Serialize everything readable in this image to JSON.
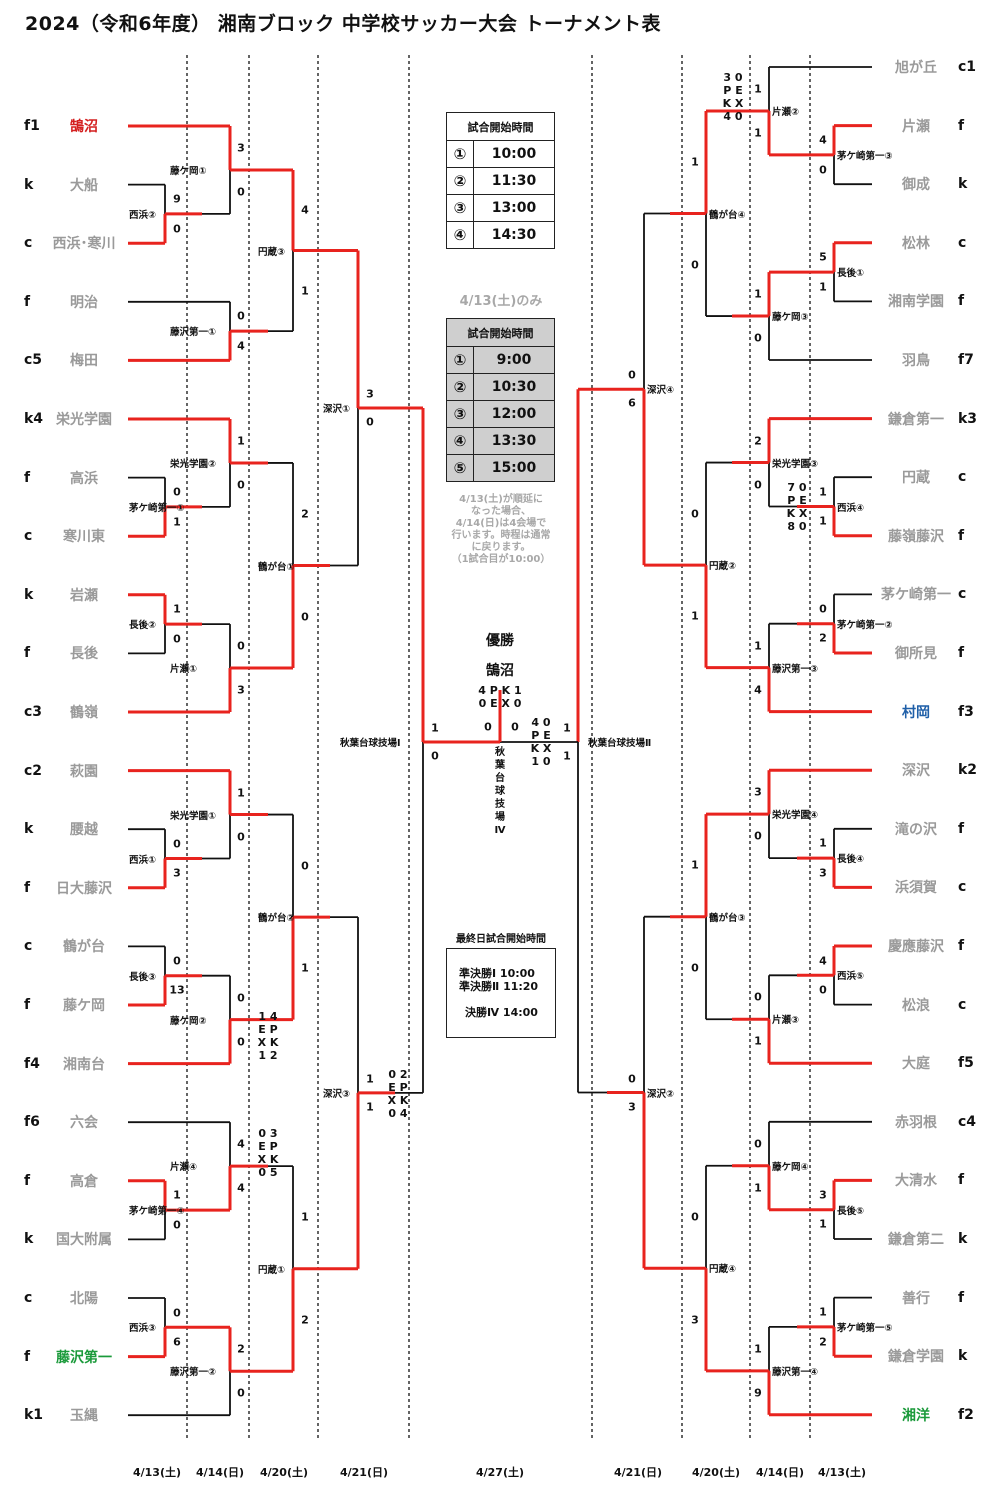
{
  "title": "2024（令和6年度） 湘南ブロック 中学校サッカー大会 トーナメント表",
  "colors": {
    "winner_path": "#e8231e",
    "normal_path": "#111111",
    "team_grey": "#9a9a9a",
    "team_red": "#d42020",
    "team_green": "#1a9a3a",
    "team_blue": "#1f5fa8"
  },
  "left_teams": [
    {
      "seed": "f1",
      "name": "鵠沼",
      "color": "red"
    },
    {
      "seed": "k",
      "name": "大船",
      "color": "grey"
    },
    {
      "seed": "c",
      "name": "西浜･寒川",
      "color": "grey"
    },
    {
      "seed": "f",
      "name": "明治",
      "color": "grey"
    },
    {
      "seed": "c5",
      "name": "梅田",
      "color": "grey"
    },
    {
      "seed": "k4",
      "name": "栄光学園",
      "color": "grey"
    },
    {
      "seed": "f",
      "name": "高浜",
      "color": "grey"
    },
    {
      "seed": "c",
      "name": "寒川東",
      "color": "grey"
    },
    {
      "seed": "k",
      "name": "岩瀬",
      "color": "grey"
    },
    {
      "seed": "f",
      "name": "長後",
      "color": "grey"
    },
    {
      "seed": "c3",
      "name": "鶴嶺",
      "color": "grey"
    },
    {
      "seed": "c2",
      "name": "萩園",
      "color": "grey"
    },
    {
      "seed": "k",
      "name": "腰越",
      "color": "grey"
    },
    {
      "seed": "f",
      "name": "日大藤沢",
      "color": "grey"
    },
    {
      "seed": "c",
      "name": "鶴が台",
      "color": "grey"
    },
    {
      "seed": "f",
      "name": "藤ケ岡",
      "color": "grey"
    },
    {
      "seed": "f4",
      "name": "湘南台",
      "color": "grey"
    },
    {
      "seed": "f6",
      "name": "六会",
      "color": "grey"
    },
    {
      "seed": "f",
      "name": "高倉",
      "color": "grey"
    },
    {
      "seed": "k",
      "name": "国大附属",
      "color": "grey"
    },
    {
      "seed": "c",
      "name": "北陽",
      "color": "grey"
    },
    {
      "seed": "f",
      "name": "藤沢第一",
      "color": "green"
    },
    {
      "seed": "k1",
      "name": "玉縄",
      "color": "grey"
    }
  ],
  "right_teams": [
    {
      "seed": "c1",
      "name": "旭が丘",
      "color": "grey"
    },
    {
      "seed": "f",
      "name": "片瀬",
      "color": "grey"
    },
    {
      "seed": "k",
      "name": "御成",
      "color": "grey"
    },
    {
      "seed": "c",
      "name": "松林",
      "color": "grey"
    },
    {
      "seed": "f",
      "name": "湘南学園",
      "color": "grey"
    },
    {
      "seed": "f7",
      "name": "羽鳥",
      "color": "grey"
    },
    {
      "seed": "k3",
      "name": "鎌倉第一",
      "color": "grey"
    },
    {
      "seed": "c",
      "name": "円蔵",
      "color": "grey"
    },
    {
      "seed": "f",
      "name": "藤嶺藤沢",
      "color": "grey"
    },
    {
      "seed": "c",
      "name": "茅ケ崎第一",
      "color": "grey"
    },
    {
      "seed": "f",
      "name": "御所見",
      "color": "grey"
    },
    {
      "seed": "f3",
      "name": "村岡",
      "color": "blue"
    },
    {
      "seed": "k2",
      "name": "深沢",
      "color": "grey"
    },
    {
      "seed": "f",
      "name": "滝の沢",
      "color": "grey"
    },
    {
      "seed": "c",
      "name": "浜須賀",
      "color": "grey"
    },
    {
      "seed": "f",
      "name": "慶應藤沢",
      "color": "grey"
    },
    {
      "seed": "c",
      "name": "松浪",
      "color": "grey"
    },
    {
      "seed": "f5",
      "name": "大庭",
      "color": "grey"
    },
    {
      "seed": "c4",
      "name": "赤羽根",
      "color": "grey"
    },
    {
      "seed": "f",
      "name": "大清水",
      "color": "grey"
    },
    {
      "seed": "k",
      "name": "鎌倉第二",
      "color": "grey"
    },
    {
      "seed": "f",
      "name": "善行",
      "color": "grey"
    },
    {
      "seed": "k",
      "name": "鎌倉学園",
      "color": "grey"
    },
    {
      "seed": "f2",
      "name": "湘洋",
      "color": "green"
    }
  ],
  "left_r1": [
    {
      "venue": "西浜②",
      "top": "9",
      "bottom": "0"
    },
    {
      "venue": "茅ケ崎第一①",
      "top": "0",
      "bottom": "1"
    },
    {
      "venue": "長後②",
      "top": "1",
      "bottom": "0"
    },
    {
      "venue": "西浜①",
      "top": "0",
      "bottom": "3"
    },
    {
      "venue": "長後③",
      "top": "0",
      "bottom": "13"
    },
    {
      "venue": "茅ケ崎第一④",
      "top": "1",
      "bottom": "0"
    },
    {
      "venue": "西浜③",
      "top": "0",
      "bottom": "6"
    }
  ],
  "left_r2": [
    {
      "venue": "藤ケ岡①",
      "top": "3",
      "bottom": "0"
    },
    {
      "venue": "藤沢第一①",
      "top": "0",
      "bottom": "4"
    },
    {
      "venue": "栄光学園②",
      "top": "1",
      "bottom": "0"
    },
    {
      "venue": "片瀬①",
      "top": "0",
      "bottom": "3"
    },
    {
      "venue": "栄光学園①",
      "top": "1",
      "bottom": "0"
    },
    {
      "venue": "藤ケ岡②",
      "top": "0",
      "bottom": "0"
    },
    {
      "venue": "片瀬④",
      "top": "4",
      "bottom": "4"
    },
    {
      "venue": "藤沢第一②",
      "top": "2",
      "bottom": "0"
    }
  ],
  "left_r3": [
    {
      "venue": "円蔵③",
      "top": "4",
      "bottom": "1"
    },
    {
      "venue": "鶴が台①",
      "top": "2",
      "bottom": "0"
    },
    {
      "venue": "鶴が台②",
      "top": "0",
      "bottom": "1"
    },
    {
      "venue": "円蔵①",
      "top": "1",
      "bottom": "2"
    }
  ],
  "left_r4": [
    {
      "venue": "深沢①",
      "top": "3",
      "bottom": "0"
    },
    {
      "venue": "深沢③",
      "top": "1",
      "bottom": "1"
    }
  ],
  "left_sf": {
    "venue": "秋葉台球技場Ⅰ",
    "top": "1",
    "bottom": "0"
  },
  "right_r1": [
    {
      "venue": "茅ケ崎第一③",
      "top": "4",
      "bottom": "0"
    },
    {
      "venue": "長後①",
      "top": "5",
      "bottom": "1"
    },
    {
      "venue": "西浜④",
      "top": "1",
      "bottom": "1"
    },
    {
      "venue": "茅ケ崎第一②",
      "top": "0",
      "bottom": "2"
    },
    {
      "venue": "長後④",
      "top": "1",
      "bottom": "3"
    },
    {
      "venue": "西浜⑤",
      "top": "4",
      "bottom": "0"
    },
    {
      "venue": "長後⑤",
      "top": "3",
      "bottom": "1"
    },
    {
      "venue": "茅ケ崎第一⑤",
      "top": "1",
      "bottom": "2"
    }
  ],
  "right_r2": [
    {
      "venue": "片瀬②",
      "top": "1",
      "bottom": "1"
    },
    {
      "venue": "藤ケ岡③",
      "top": "1",
      "bottom": "0"
    },
    {
      "venue": "栄光学園③",
      "top": "2",
      "bottom": "0"
    },
    {
      "venue": "藤沢第一③",
      "top": "1",
      "bottom": "4"
    },
    {
      "venue": "栄光学園④",
      "top": "3",
      "bottom": "0"
    },
    {
      "venue": "片瀬③",
      "top": "0",
      "bottom": "1"
    },
    {
      "venue": "藤ケ岡④",
      "top": "0",
      "bottom": "1"
    },
    {
      "venue": "藤沢第一④",
      "top": "1",
      "bottom": "9"
    }
  ],
  "right_r3": [
    {
      "venue": "鶴が台④",
      "top": "1",
      "bottom": "0"
    },
    {
      "venue": "円蔵②",
      "top": "0",
      "bottom": "1"
    },
    {
      "venue": "鶴が台③",
      "top": "1",
      "bottom": "0"
    },
    {
      "venue": "円蔵④",
      "top": "0",
      "bottom": "3"
    }
  ],
  "right_r4": [
    {
      "venue": "深沢④",
      "top": "0",
      "bottom": "6"
    },
    {
      "venue": "深沢②",
      "top": "0",
      "bottom": "3"
    }
  ],
  "right_sf": {
    "venue": "秋葉台球技場Ⅱ",
    "top": "1",
    "bottom": "1"
  },
  "final": {
    "left": "0",
    "right": "0",
    "champion_label": "優勝",
    "champion": "鵠沼",
    "venue": "秋葉台球技場Ⅳ"
  },
  "pk_notes": {
    "left_r2_6": {
      "rows": [
        "1 4",
        "E P",
        "X K",
        "1 2"
      ]
    },
    "left_r2_7": {
      "rows": [
        "0 3",
        "E P",
        "X K",
        "0 5"
      ]
    },
    "left_r4_2": {
      "rows": [
        "0 2",
        "E P",
        "X K",
        "0 4"
      ]
    },
    "final_left": {
      "rows": [
        "4 P K 1",
        "0 E X 0"
      ]
    },
    "final_right": {
      "rows": [
        "4 0",
        "P E",
        "K X",
        "1 0"
      ]
    },
    "right_r2_1": {
      "rows": [
        "3 0",
        "P E",
        "K X",
        "4 0"
      ]
    },
    "right_r1_3": {
      "rows": [
        "7 0",
        "P E",
        "K X",
        "8 0"
      ]
    }
  },
  "schedule1": {
    "header": "試合開始時間",
    "rows": [
      [
        "①",
        "10:00"
      ],
      [
        "②",
        "11:30"
      ],
      [
        "③",
        "13:00"
      ],
      [
        "④",
        "14:30"
      ]
    ]
  },
  "schedule2": {
    "caption": "4/13(土)のみ",
    "header": "試合開始時間",
    "rows": [
      [
        "①",
        "9:00"
      ],
      [
        "②",
        "10:30"
      ],
      [
        "③",
        "12:00"
      ],
      [
        "④",
        "13:30"
      ],
      [
        "⑤",
        "15:00"
      ]
    ]
  },
  "rain_note": [
    "4/13(土)が順延に",
    "なった場合、",
    "4/14(日)は4会場で",
    "行います。時程は通常",
    "に戻ります。",
    "（1試合目が10:00）"
  ],
  "final_day": {
    "header": "最終日試合開始時間",
    "rows": [
      "準決勝Ⅰ 10:00",
      "準決勝Ⅱ 11:20",
      "決勝Ⅳ 14:00"
    ]
  },
  "round_dates": [
    "4/13(土)",
    "4/14(日)",
    "4/20(土)",
    "4/21(日)",
    "4/27(土)",
    "4/21(日)",
    "4/20(土)",
    "4/14(日)",
    "4/13(土)"
  ]
}
